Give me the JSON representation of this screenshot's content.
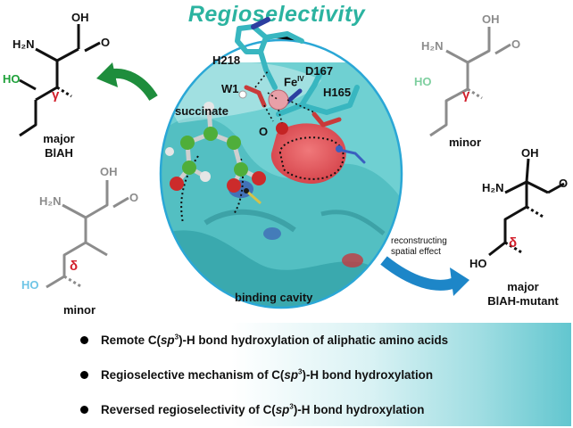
{
  "title": "Regioselectivity",
  "pocket": {
    "residues": {
      "h218": "H218",
      "w1": "W1",
      "fe": "Fe",
      "fe_sup": "IV",
      "d167": "D167",
      "h165": "H165",
      "succinate": "succinate",
      "oxygen": "O"
    },
    "binding_cavity": "binding cavity"
  },
  "molecules": {
    "top_left": {
      "caption_line1": "major",
      "caption_line2": "BlAH",
      "greek": "γ",
      "ho": "HO",
      "nh2": "H₂N",
      "oh": "OH",
      "o": "O"
    },
    "top_right": {
      "caption": "minor",
      "greek": "γ",
      "ho": "HO",
      "nh2": "H₂N",
      "oh": "OH",
      "o": "O"
    },
    "mid_left": {
      "caption": "minor",
      "greek": "δ",
      "ho": "HO",
      "nh2": "H₂N",
      "oh": "OH",
      "o": "O"
    },
    "mid_right": {
      "caption_line1": "major",
      "caption_line2": "BlAH-mutant",
      "greek": "δ",
      "ho": "HO",
      "nh2": "H₂N",
      "oh": "OH",
      "o": "O"
    }
  },
  "arrow_right_label": {
    "line1": "reconstructing",
    "line2": "spatial effect"
  },
  "bullets": [
    {
      "pre": "Remote C(",
      "em": "sp",
      "sup": "3",
      "post": ")-H bond hydroxylation of aliphatic amino acids"
    },
    {
      "pre": "Regioselective mechanism of C(",
      "em": "sp",
      "sup": "3",
      "post": ")-H bond hydroxylation"
    },
    {
      "pre": "Reversed regioselectivity of C(",
      "em": "sp",
      "sup": "3",
      "post": ")-H bond hydroxylation"
    }
  ],
  "colors": {
    "title": "#2bb3a0",
    "teal_surface": "#5fc9cc",
    "red": "#d21f2b",
    "green_ho": "#1fa13a",
    "light_blue_ho": "#6fc5e6",
    "arrow_green": "#1e8d3c",
    "arrow_blue": "#1d86c8",
    "gray": "#8c8c8c"
  }
}
